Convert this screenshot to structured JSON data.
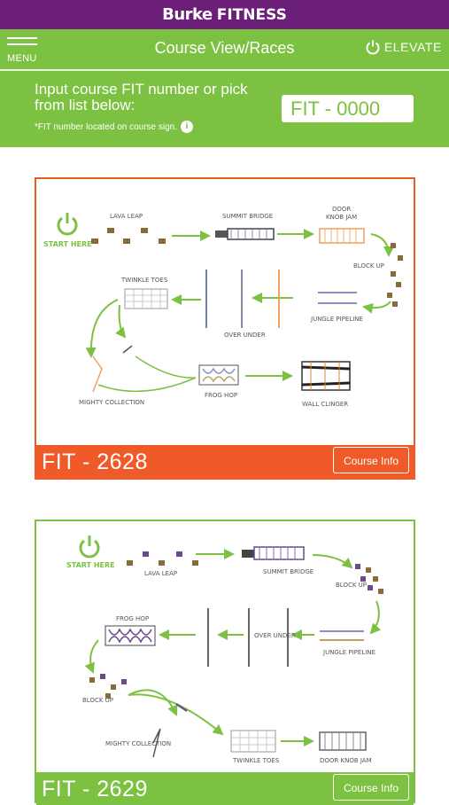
{
  "header": {
    "brand_main": "Burke",
    "brand_sub": "FITNESS"
  },
  "nav": {
    "menu_label": "MENU",
    "title": "Course View/Races",
    "partner_logo_text": "ELEVATE"
  },
  "course_input": {
    "prompt": "Input course FIT number or pick from list below:",
    "note": "*FIT number located on course sign.",
    "value": "FIT - 0000"
  },
  "colors": {
    "purple": "#6b1f78",
    "green": "#7cc142",
    "orange": "#f05a28"
  },
  "courses": [
    {
      "fit": "FIT - 2628",
      "button": "Course Info",
      "stations": {
        "start": "START HERE",
        "s1": "LAVA LEAP",
        "s2": "SUMMIT BRIDGE",
        "s3a": "DOOR",
        "s3b": "KNOB JAM",
        "s4": "BLOCK UP",
        "s5": "JUNGLE PIPELINE",
        "s6": "OVER UNDER",
        "s7": "TWINKLE TOES",
        "s8": "MIGHTY COLLECTION",
        "s9": "FROG HOP",
        "s10": "WALL CLINGER"
      }
    },
    {
      "fit": "FIT - 2629",
      "button": "Course Info",
      "stations": {
        "start": "START HERE",
        "s1": "LAVA LEAP",
        "s2": "SUMMIT BRIDGE",
        "s3": "BLOCK UP",
        "s4": "JUNGLE PIPELINE",
        "s5": "OVER UNDER",
        "s6": "FROG HOP",
        "s7": "BLOCK UP",
        "s8": "MIGHTY COLLECTION",
        "s9": "TWINKLE TOES",
        "s10": "DOOR KNOB JAM"
      }
    }
  ]
}
